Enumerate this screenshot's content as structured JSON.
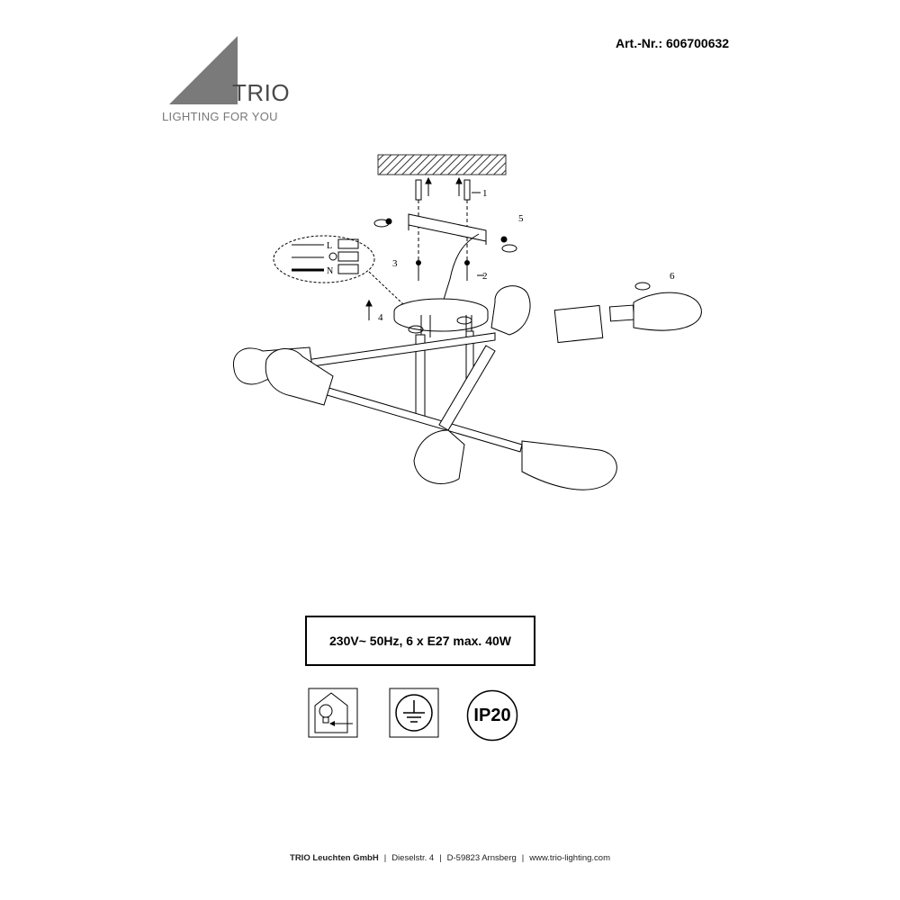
{
  "header": {
    "article_number": "Art.-Nr.: 606700632"
  },
  "logo": {
    "name": "TRIO",
    "tagline": "LIGHTING FOR YOU"
  },
  "diagram": {
    "callouts": [
      "1",
      "2",
      "3",
      "4",
      "5",
      "6"
    ],
    "terminals": [
      "L",
      "N"
    ]
  },
  "specs": {
    "rating": "230V~ 50Hz, 6 x E27 max. 40W"
  },
  "badges": {
    "ip_rating": "IP20"
  },
  "footer": {
    "company": "TRIO Leuchten GmbH",
    "street": "Dieselstr. 4",
    "city": "D-59823 Arnsberg",
    "website": "www.trio-lighting.com",
    "separator": "|"
  }
}
